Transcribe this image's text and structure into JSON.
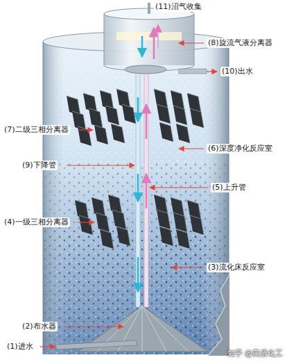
{
  "diagram": {
    "labels": [
      "(11)沼气收集",
      "(8)旋流气液分离器",
      "(10)出水",
      "(7)二级三相分离器",
      "(6)深度净化反应室",
      "(9)下降管",
      "(5)上升管",
      "(4)一级三相分离器",
      "(3)流化床反应室",
      "(2)布水器",
      "(1)进水",
      "知乎 @美盾化工"
    ]
  }
}
